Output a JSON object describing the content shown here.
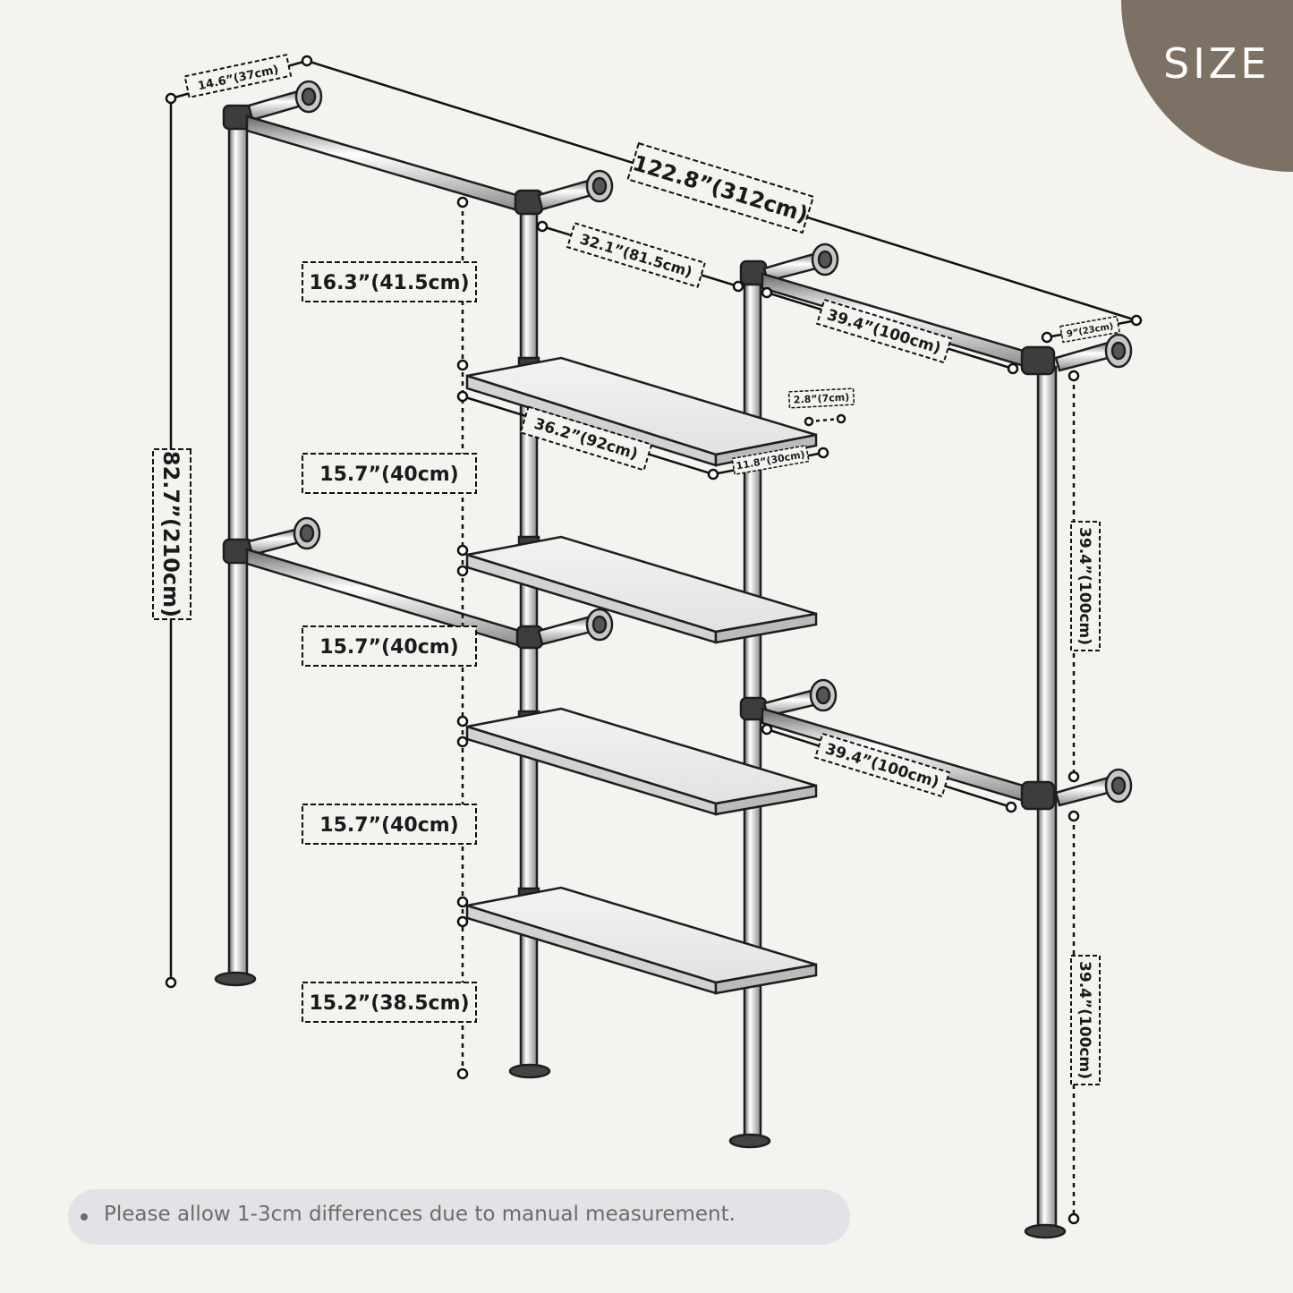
{
  "badge": {
    "label": "SIZE"
  },
  "note": {
    "text": "Please allow 1-3cm differences due to manual measurement."
  },
  "dimensions": {
    "depth_top": "14.6”(37cm)",
    "total_width": "122.8”(312cm)",
    "total_height": "82.7”(210cm)",
    "rod_left": "32.1”(81.5cm)",
    "rod_right_top": "39.4”(100cm)",
    "rod_right_bottom": "39.4”(100cm)",
    "depth_right": "9”(23cm)",
    "shelf_gap_1": "16.3”(41.5cm)",
    "shelf_gap_2": "15.7”(40cm)",
    "shelf_gap_3": "15.7”(40cm)",
    "shelf_gap_4": "15.7”(40cm)",
    "shelf_gap_5": "15.2”(38.5cm)",
    "shelf_width": "36.2”(92cm)",
    "shelf_depth": "11.8”(30cm)",
    "shelf_overhang": "2.8”(7cm)",
    "right_upper": "39.4”(100cm)",
    "right_lower": "39.4”(100cm)"
  },
  "colors": {
    "badge": "#7d7064",
    "background": "#f4f3f0",
    "note_bg": "#e3e2e6",
    "note_text": "#6e6a67"
  }
}
